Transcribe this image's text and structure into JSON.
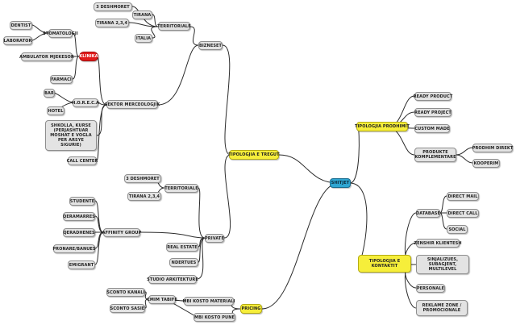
{
  "colors": {
    "center": "#2fa6d2",
    "main": "#f6ee3a",
    "alert": "#e11b1b",
    "leaf": "#e3e3e3",
    "line": "#2b2b2b"
  },
  "center": "SHITJET",
  "branches": {
    "tipologjia_tregut": {
      "label": "TIPOLOGJIA E TREGUT",
      "biznest": {
        "label": "BIZNESET",
        "teritoriale": {
          "label": "TERRITORIALE",
          "tirana": "TIRANA",
          "tre_deshmoret": "3 DESHMORET",
          "tirana_234": "TIRANA 2,3,4",
          "italia": "ITALIA"
        },
        "sektor": {
          "label": "SEKTOR MERCEOLOGJIK",
          "klinika": {
            "label": "KLINIKA",
            "stomatologji": "STOMATOLOGJI",
            "dentist": "DENTIST",
            "laborator": "LABORATOR",
            "ambulator": "AMBULATOR MJEKESOR",
            "farmaci": "FARMACI"
          },
          "horeca": {
            "label": "H.O.R.E.C.A",
            "bar": "BAR",
            "hotel": "HOTEL"
          },
          "shkolla": "SHKOLLA, KURSE (PERJASHTUAR MOSHAT E VOGLA PER ARSYE SIGURIE)",
          "call_center": "CALL CENTER"
        }
      },
      "private": {
        "label": "PRIVATE",
        "teritoriale": {
          "label": "TERRITORIALE",
          "tre_deshmoret": "3 DESHMORET",
          "tirana_234": "TIRANA 2,3,4"
        },
        "affinity": {
          "label": "AFFINITY GROUP",
          "studente": "STUDENTE",
          "qeramarres": "QERAMARRES",
          "qeradhenes": "QERADHENES",
          "pronare": "PRONARE/BANUES",
          "emigrant": "EMIGRANT"
        },
        "real_estate": "REAL ESTATE",
        "ndertues": "NDERTUES",
        "studio": "STUDIO ARKITEKTURE"
      }
    },
    "pricing": {
      "label": "PRICING",
      "mbi_kosto_materiali": "MBI KOSTO MATERIALI",
      "mbi_kosto_pune": "MBI KOSTO PUNE",
      "cmim_tabife": {
        "label": "CMIM TABIFE",
        "sconto_kanali": "SCONTO KANALI",
        "sconto_sasie": "SCONTO SASIE"
      }
    },
    "tipologjia_produktit": {
      "label": "TIPOLOGJIA PRODHIMIT",
      "ready_product": "READY PRODUCT",
      "ready_project": "READY PROJECT",
      "custom_made": "CUSTOM MADE",
      "produkte_komplementare": {
        "label": "PRODUKTE KOMPLEMENTARE",
        "prodhim_direkt": "PRODHIM DIREKT",
        "koopetim": "KOOPERIM"
      }
    },
    "tipologjia_kontaktit": {
      "label": "TIPOLOGJIA E KONTAKTIT",
      "database": {
        "label": "DATABASE",
        "direct_mail": "DIRECT MAIL",
        "direct_call": "DIRECT CALL",
        "social": "SOCIAL"
      },
      "zenshir": "ZENSHIR KLIENTESH",
      "sinjalizues": "SINJALIZUES, SUBAGJENT, MULTILEVEL",
      "personale": "PERSONALE",
      "reklame": "REKLAME ZONE / PROMOCIONALE"
    }
  }
}
